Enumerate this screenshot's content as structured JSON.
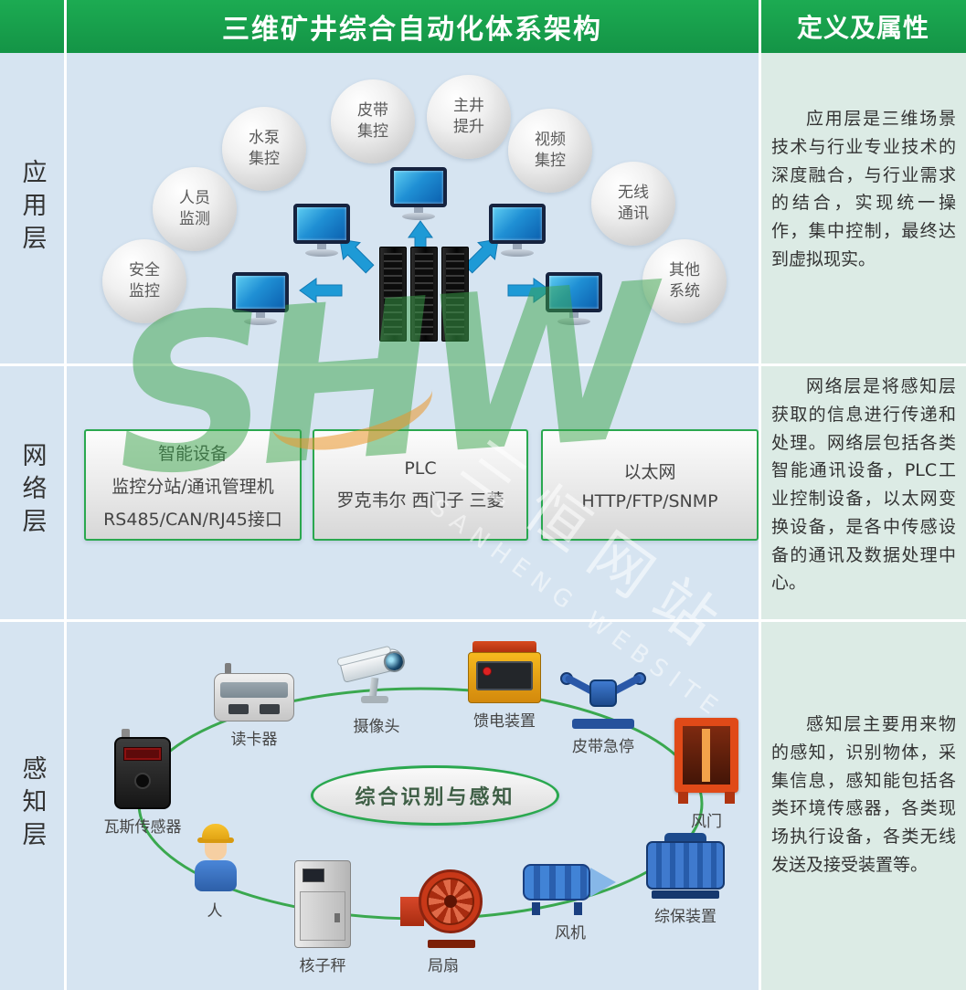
{
  "header": {
    "main_title": "三维矿井综合自动化体系架构",
    "right_title": "定义及属性"
  },
  "layers": {
    "app": {
      "label": "应用层",
      "bubbles": [
        "安全监控",
        "人员监测",
        "水泵集控",
        "皮带集控",
        "主井提升",
        "视频集控",
        "无线通讯",
        "其他系统"
      ],
      "description": "应用层是三维场景技术与行业专业技术的深度融合，与行业需求的结合，实现统一操作，集中控制，最终达到虚拟现实。"
    },
    "network": {
      "label": "网络层",
      "boxes": [
        [
          "智能设备",
          "监控分站/通讯管理机",
          "RS485/CAN/RJ45接口"
        ],
        [
          "PLC",
          "罗克韦尔 西门子 三菱"
        ],
        [
          "以太网",
          "HTTP/FTP/SNMP"
        ]
      ],
      "description": "网络层是将感知层获取的信息进行传递和处理。网络层包括各类智能通讯设备，PLC工业控制设备，以太网变换设备，是各中传感设备的通讯及数据处理中心。"
    },
    "perception": {
      "label": "感知层",
      "center_label": "综合识别与感知",
      "devices": {
        "gas_sensor": "瓦斯传感器",
        "card_reader": "读卡器",
        "camera": "摄像头",
        "power_feed": "馈电装置",
        "belt_stop": "皮带急停",
        "air_door": "风门",
        "protection": "综保装置",
        "fan": "风机",
        "local_fan": "局扇",
        "nuclear_scale": "核子秤",
        "person": "人"
      },
      "description": "感知层主要用来物的感知，识别物体，采集信息，感知能包括各类环境传感器，各类现场执行设备，各类无线发送及接受装置等。"
    }
  },
  "watermark": {
    "logo": "SHW",
    "text_cn": "三恒网站",
    "text_en": "SANHENG WEBSITE"
  },
  "colors": {
    "header_green": "#17a04b",
    "accent_green": "#2aa84f",
    "bg_main": "#d6e4f1",
    "bg_right": "#dcebe5",
    "arrow_blue": "#1e9ad6"
  }
}
